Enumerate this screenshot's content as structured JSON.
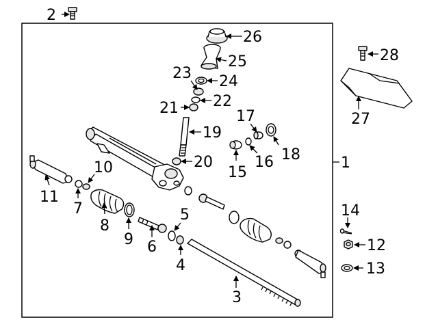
{
  "callouts": {
    "c1": "1",
    "c2": "2",
    "c3": "3",
    "c4": "4",
    "c5": "5",
    "c6": "6",
    "c7": "7",
    "c8": "8",
    "c9": "9",
    "c10": "10",
    "c11": "11",
    "c12": "12",
    "c13": "13",
    "c14": "14",
    "c15": "15",
    "c16": "16",
    "c17": "17",
    "c18": "18",
    "c19": "19",
    "c20": "20",
    "c21": "21",
    "c22": "22",
    "c23": "23",
    "c24": "24",
    "c25": "25",
    "c26": "26",
    "c27": "27",
    "c28": "28"
  },
  "colors": {
    "line": "#000000",
    "background": "#ffffff",
    "shade": "#e6e6e6"
  }
}
